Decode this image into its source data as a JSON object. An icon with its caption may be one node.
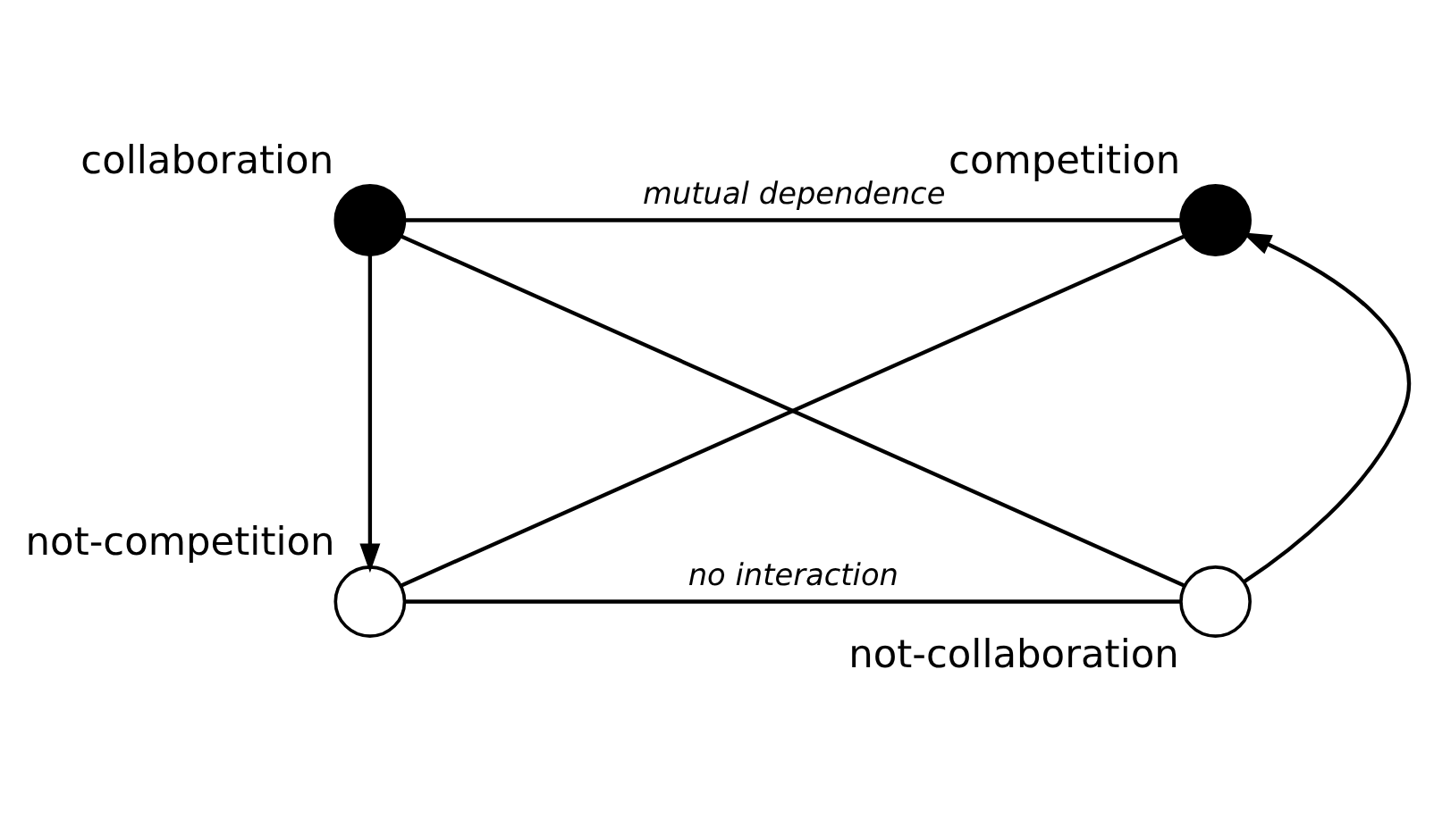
{
  "diagram": {
    "nodes": [
      {
        "text": [
          "collaboration"
        ]
      },
      {
        "text": [
          "competition"
        ]
      },
      {
        "text": [
          "not-competition"
        ]
      },
      {
        "text": [
          "not-collaboration"
        ]
      }
    ],
    "edges": [
      {
        "from": 0,
        "to": 1,
        "arrow": "none",
        "label": "mutual dependence"
      },
      {
        "from": 0,
        "to": 2,
        "arrow": "to"
      },
      {
        "from": 3,
        "to": 1,
        "arrow": "to"
      },
      {
        "from": 0,
        "to": 3,
        "arrow": "none"
      },
      {
        "from": 1,
        "to": 2,
        "arrow": "none"
      },
      {
        "from": 2,
        "to": 3,
        "arrow": "none",
        "label": "no interaction"
      }
    ]
  }
}
